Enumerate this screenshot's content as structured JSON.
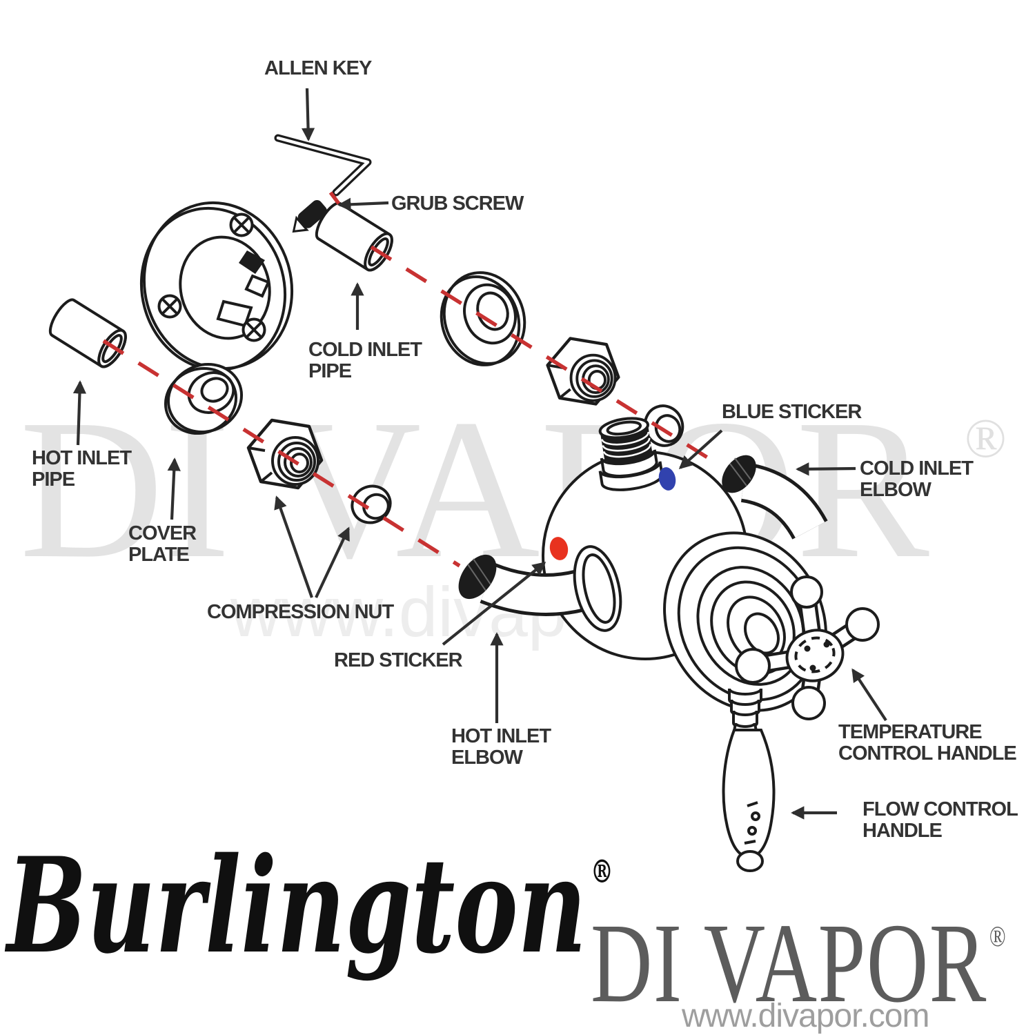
{
  "diagram": {
    "labels": {
      "allen_key": {
        "text": "ALLEN KEY"
      },
      "grub_screw": {
        "text": "GRUB SCREW"
      },
      "cold_inlet_pipe": {
        "line1": "COLD INLET",
        "line2": "PIPE"
      },
      "hot_inlet_pipe": {
        "line1": "HOT INLET",
        "line2": "PIPE"
      },
      "cover_plate": {
        "line1": "COVER",
        "line2": "PLATE"
      },
      "compression_nut": {
        "text": "COMPRESSION NUT"
      },
      "red_sticker": {
        "text": "RED STICKER"
      },
      "blue_sticker": {
        "text": "BLUE STICKER"
      },
      "cold_inlet_elbow": {
        "line1": "COLD INLET",
        "line2": "ELBOW"
      },
      "hot_inlet_elbow": {
        "line1": "HOT INLET",
        "line2": "ELBOW"
      },
      "temperature_control_handle": {
        "line1": "TEMPERATURE",
        "line2": "CONTROL HANDLE"
      },
      "flow_control_handle": {
        "line1": "FLOW CONTROL",
        "line2": "HANDLE"
      }
    }
  },
  "watermark": {
    "brand": "DI VAPOR",
    "registered": "®",
    "url": "www.divapor.com"
  },
  "footer": {
    "burlington_logo": {
      "text": "Burlington",
      "registered": "®"
    },
    "divapor_logo": {
      "text": "DI VAPOR",
      "registered": "®",
      "url": "www.divapor.com"
    }
  },
  "colors": {
    "hot_sticker": "#e8321f",
    "cold_sticker": "#3142ae",
    "assembly_axis": "#c83232",
    "line_art": "#1c1c1c",
    "label_text": "#333333"
  }
}
